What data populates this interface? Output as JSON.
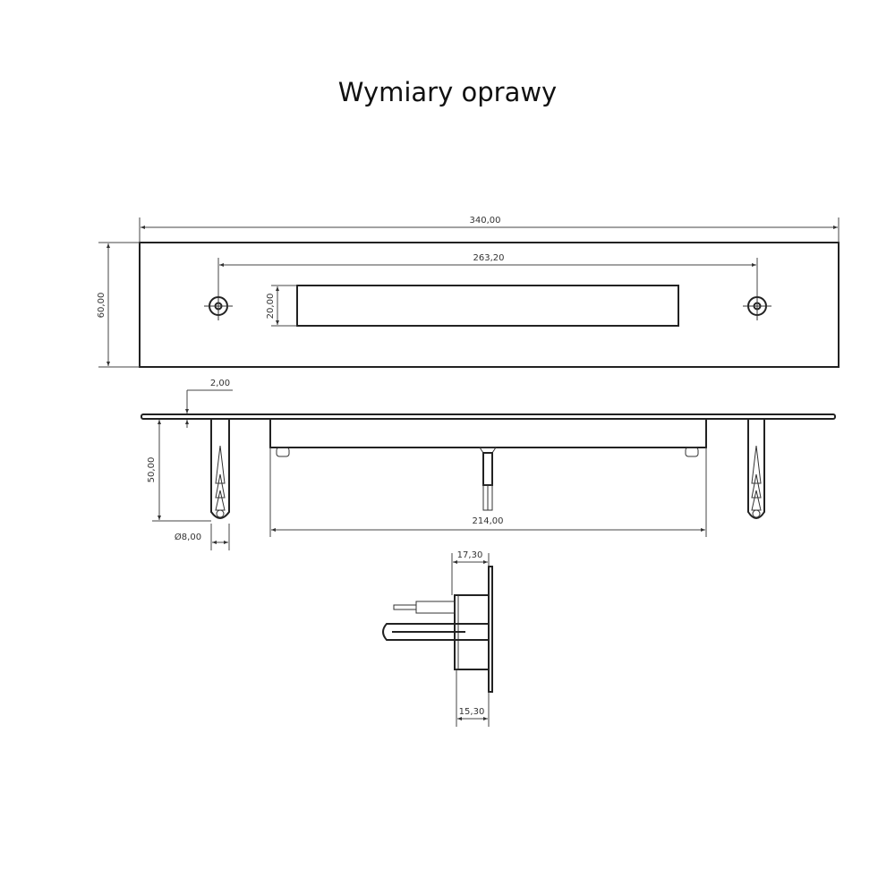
{
  "title": "Wymiary oprawy",
  "dimensions": {
    "overall_length": "340,00",
    "hole_spacing": "263,20",
    "height": "60,00",
    "slot_height": "20,00",
    "plate_thickness": "2,00",
    "anchor_length": "50,00",
    "anchor_diameter": "Ø8,00",
    "housing_length": "214,00",
    "side_depth_top": "17,30",
    "side_depth_bottom": "15,30"
  }
}
